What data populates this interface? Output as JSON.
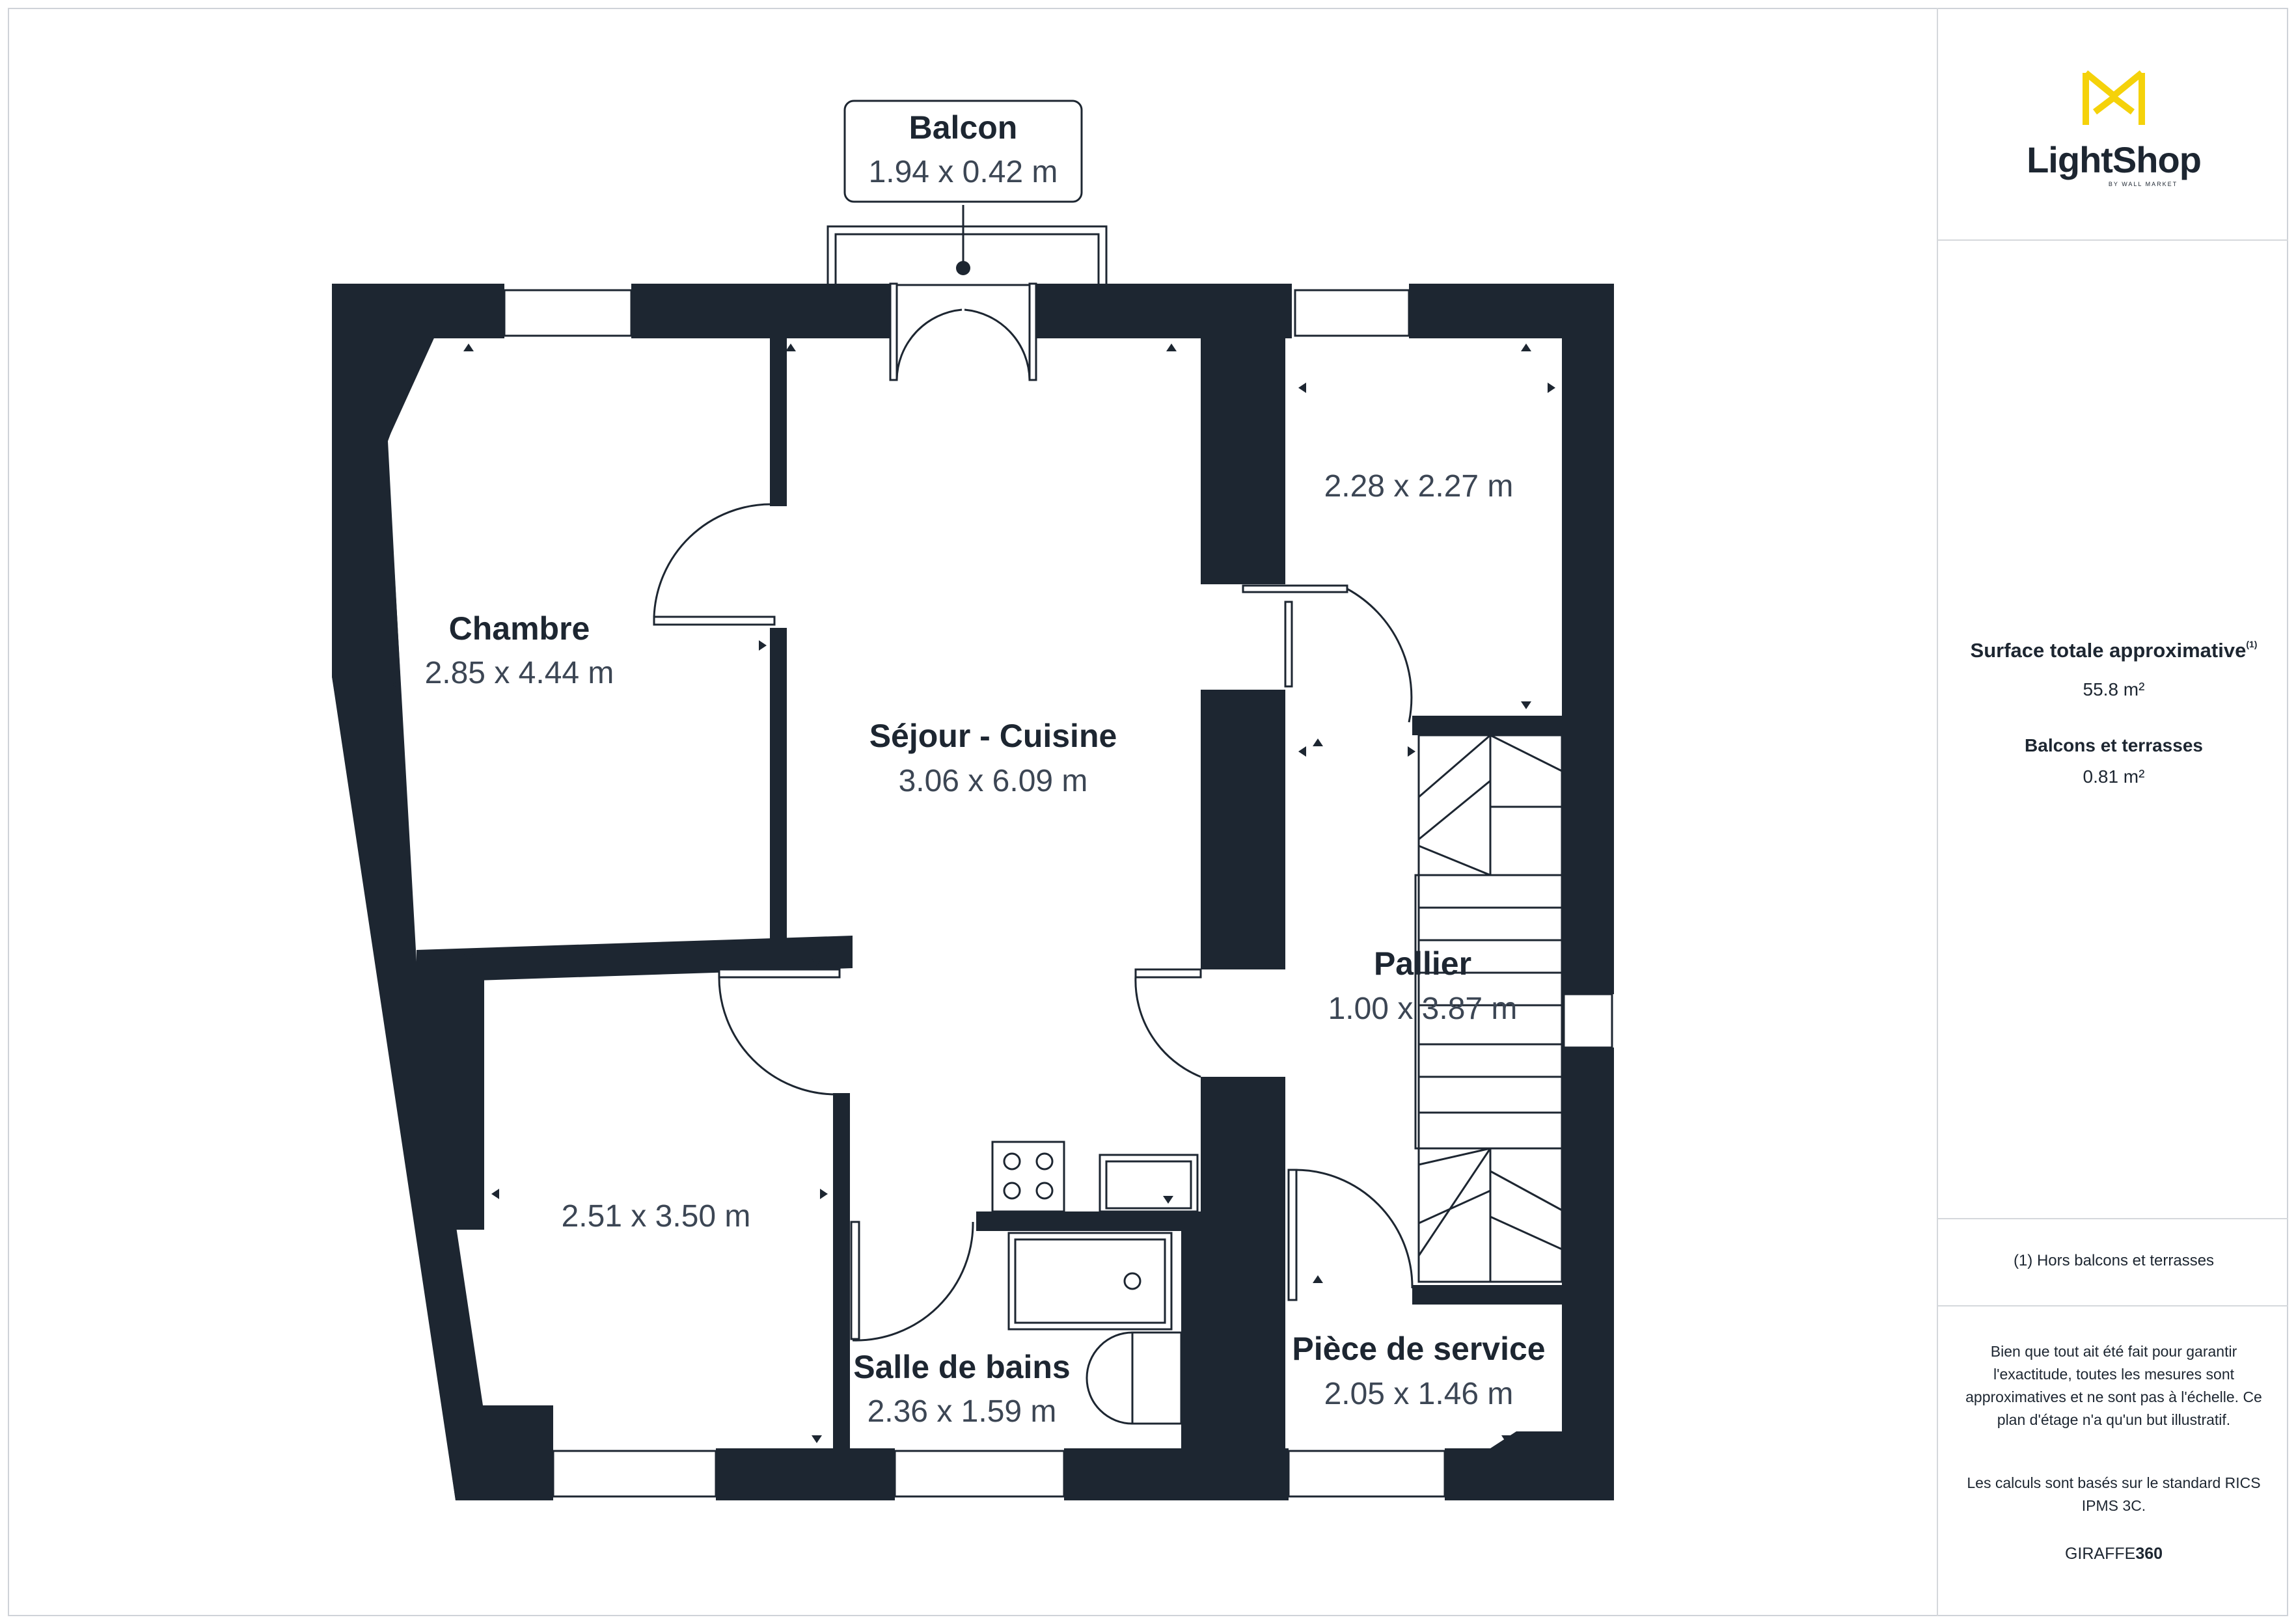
{
  "rooms": {
    "balcon": {
      "name": "Balcon",
      "dims": "1.94 x 0.42 m"
    },
    "chambre": {
      "name": "Chambre",
      "dims": "2.85 x 4.44 m"
    },
    "sejour": {
      "name": "Séjour - Cuisine",
      "dims": "3.06 x 6.09 m"
    },
    "top_right": {
      "dims": "2.28 x 2.27 m"
    },
    "palier": {
      "name": "Pallier",
      "dims": "1.00 x 3.87 m"
    },
    "bottom_left": {
      "dims": "2.51 x 3.50 m"
    },
    "salle_de_bains": {
      "name": "Salle de bains",
      "dims": "2.36 x 1.59 m"
    },
    "piece_service": {
      "name": "Pièce de service",
      "dims": "2.05 x 1.46 m"
    }
  },
  "panel": {
    "brand": "LightShop",
    "brand_sub": "BY WALL MARKET",
    "surface_title": "Surface totale approximative",
    "surface_ref": "(1)",
    "surface_value": "55.8 m²",
    "balcony_title": "Balcons et terrasses",
    "balcony_value": "0.81 m²",
    "footnote": "(1) Hors balcons et terrasses",
    "disclaimer": "Bien que tout ait été fait pour garantir l'exactitude, toutes les mesures sont approximatives et ne sont pas à l'échelle. Ce plan d'étage n'a qu'un but illustratif.",
    "standard": "Les calculs sont basés sur le standard RICS IPMS 3C.",
    "giraffe_a": "GIRAFFE",
    "giraffe_b": "360"
  },
  "colors": {
    "wall": "#1d2631",
    "accent": "#f5d20a",
    "text": "#1d2631",
    "dim_text": "#3c4654"
  }
}
